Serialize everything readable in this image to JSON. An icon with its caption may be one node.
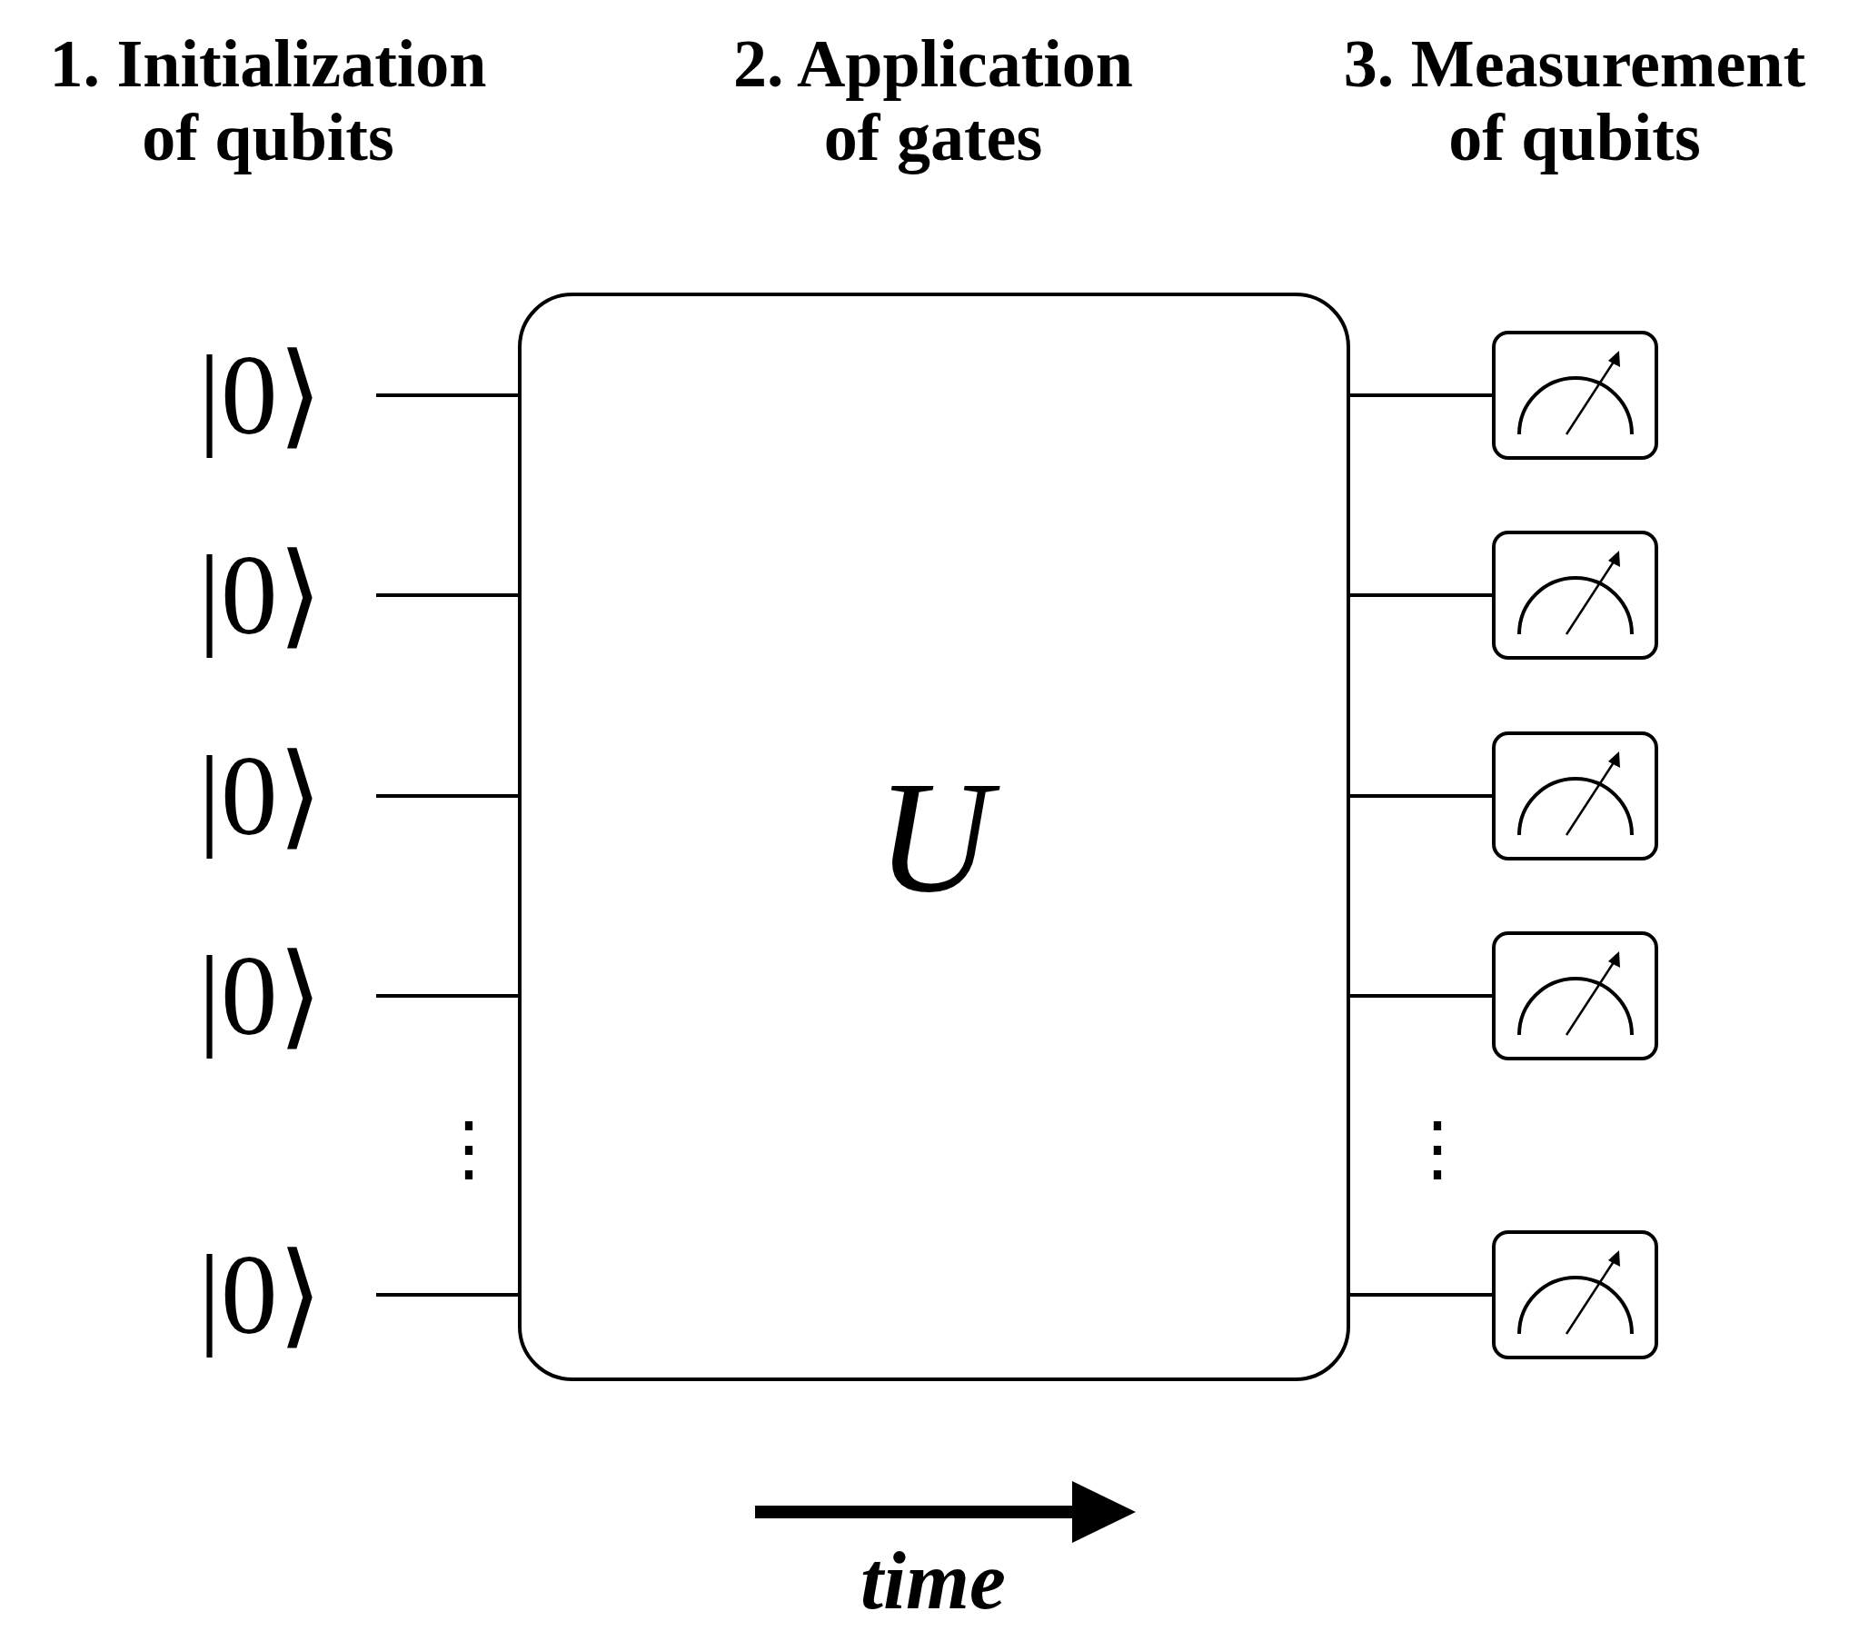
{
  "diagram": {
    "nodes": [
      {
        "text": [
          "|0⟩"
        ]
      },
      {
        "text": [
          "|0⟩"
        ]
      },
      {
        "text": [
          "|0⟩"
        ]
      },
      {
        "text": [
          "|0⟩"
        ]
      },
      {
        "text": [
          "|0⟩"
        ]
      },
      {
        "text": [
          "U"
        ]
      },
      {
        "text": [],
        "shape": "box"
      },
      {
        "text": [],
        "shape": "box"
      },
      {
        "text": [],
        "shape": "box"
      },
      {
        "text": [],
        "shape": "box"
      },
      {
        "text": [],
        "shape": "box"
      }
    ],
    "edges": [
      {
        "from": 0,
        "to": 5,
        "arrow": "none"
      },
      {
        "from": 1,
        "to": 5,
        "arrow": "none"
      },
      {
        "from": 2,
        "to": 5,
        "arrow": "none"
      },
      {
        "from": 3,
        "to": 5,
        "arrow": "none"
      },
      {
        "from": 4,
        "to": 5,
        "arrow": "none"
      },
      {
        "from": 5,
        "to": 6,
        "arrow": "none"
      },
      {
        "from": 5,
        "to": 7,
        "arrow": "none"
      },
      {
        "from": 5,
        "to": 8,
        "arrow": "none"
      },
      {
        "from": 5,
        "to": 9,
        "arrow": "none"
      },
      {
        "from": 5,
        "to": 10,
        "arrow": "none"
      }
    ],
    "labels": [
      "1. Initialization of qubits",
      "2. Application of gates",
      "3. Measurement of qubits",
      "⋮",
      "⋮",
      "time"
    ]
  }
}
